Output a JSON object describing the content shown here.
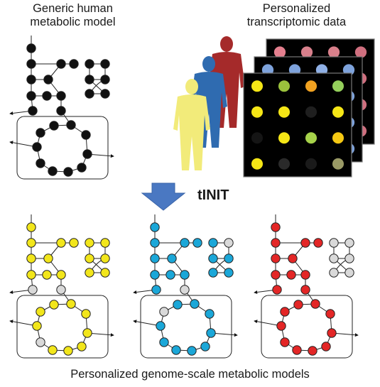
{
  "labels": {
    "generic_line1": "Generic human",
    "generic_line2": "metabolic model",
    "transcriptomic_line1": "Personalized",
    "transcriptomic_line2": "transcriptomic data",
    "method": "tINIT",
    "caption": "Personalized genome-scale metabolic models"
  },
  "colors": {
    "generic_node": "#111111",
    "inactive_node": "#d9d9d9",
    "models": [
      "#f2e61b",
      "#1ba7d8",
      "#e32626"
    ],
    "silhouettes": [
      "#f2eb7a",
      "#2f6bb0",
      "#a52a2a"
    ],
    "arrow": "#4a78c2"
  },
  "heatmap_colors": {
    "front": [
      "#f5e616",
      "#9bc23c",
      "#f1a221",
      "#94cf5b",
      "#f5e616",
      "#f5e616",
      "#1f1f1f",
      "#f5e616",
      "#151515",
      "#f5e616",
      "#a6d24a",
      "#f5c813",
      "#f5e616",
      "#2a2a2a",
      "#1a1a1a",
      "#9a9a66"
    ],
    "middle": [
      "#7ea3dc",
      "#7ea3dc",
      "#8fb0e6"
    ],
    "back": [
      "#e47f8e",
      "#d8808c",
      "#d87f8a",
      "#cf6f7f"
    ]
  }
}
